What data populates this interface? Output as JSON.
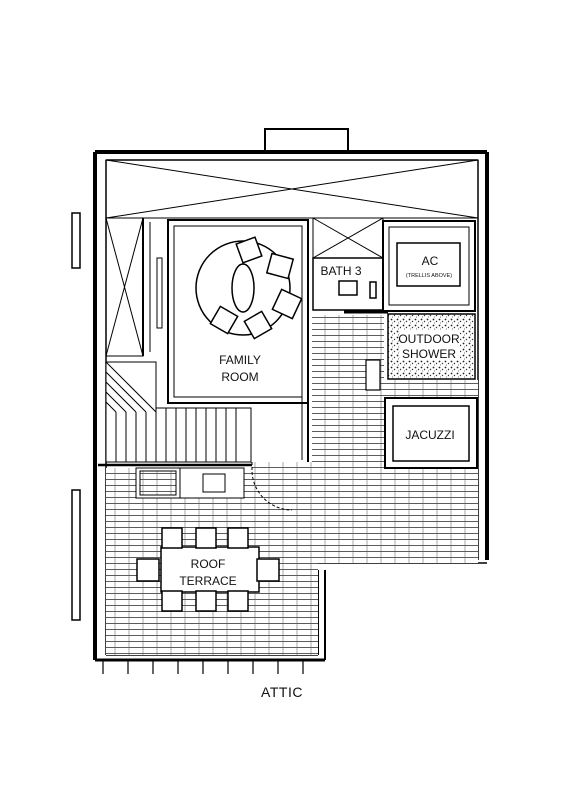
{
  "plan": {
    "title": "ATTIC",
    "rooms": {
      "family_room_line1": "FAMILY",
      "family_room_line2": "ROOM",
      "bath": "BATH 3",
      "ac": "AC",
      "ac_note": "(TRELLIS ABOVE)",
      "outdoor_shower_line1": "OUTDOOR",
      "outdoor_shower_line2": "SHOWER",
      "jacuzzi": "JACUZZI",
      "roof_terrace_line1": "ROOF",
      "roof_terrace_line2": "TERRACE"
    }
  }
}
